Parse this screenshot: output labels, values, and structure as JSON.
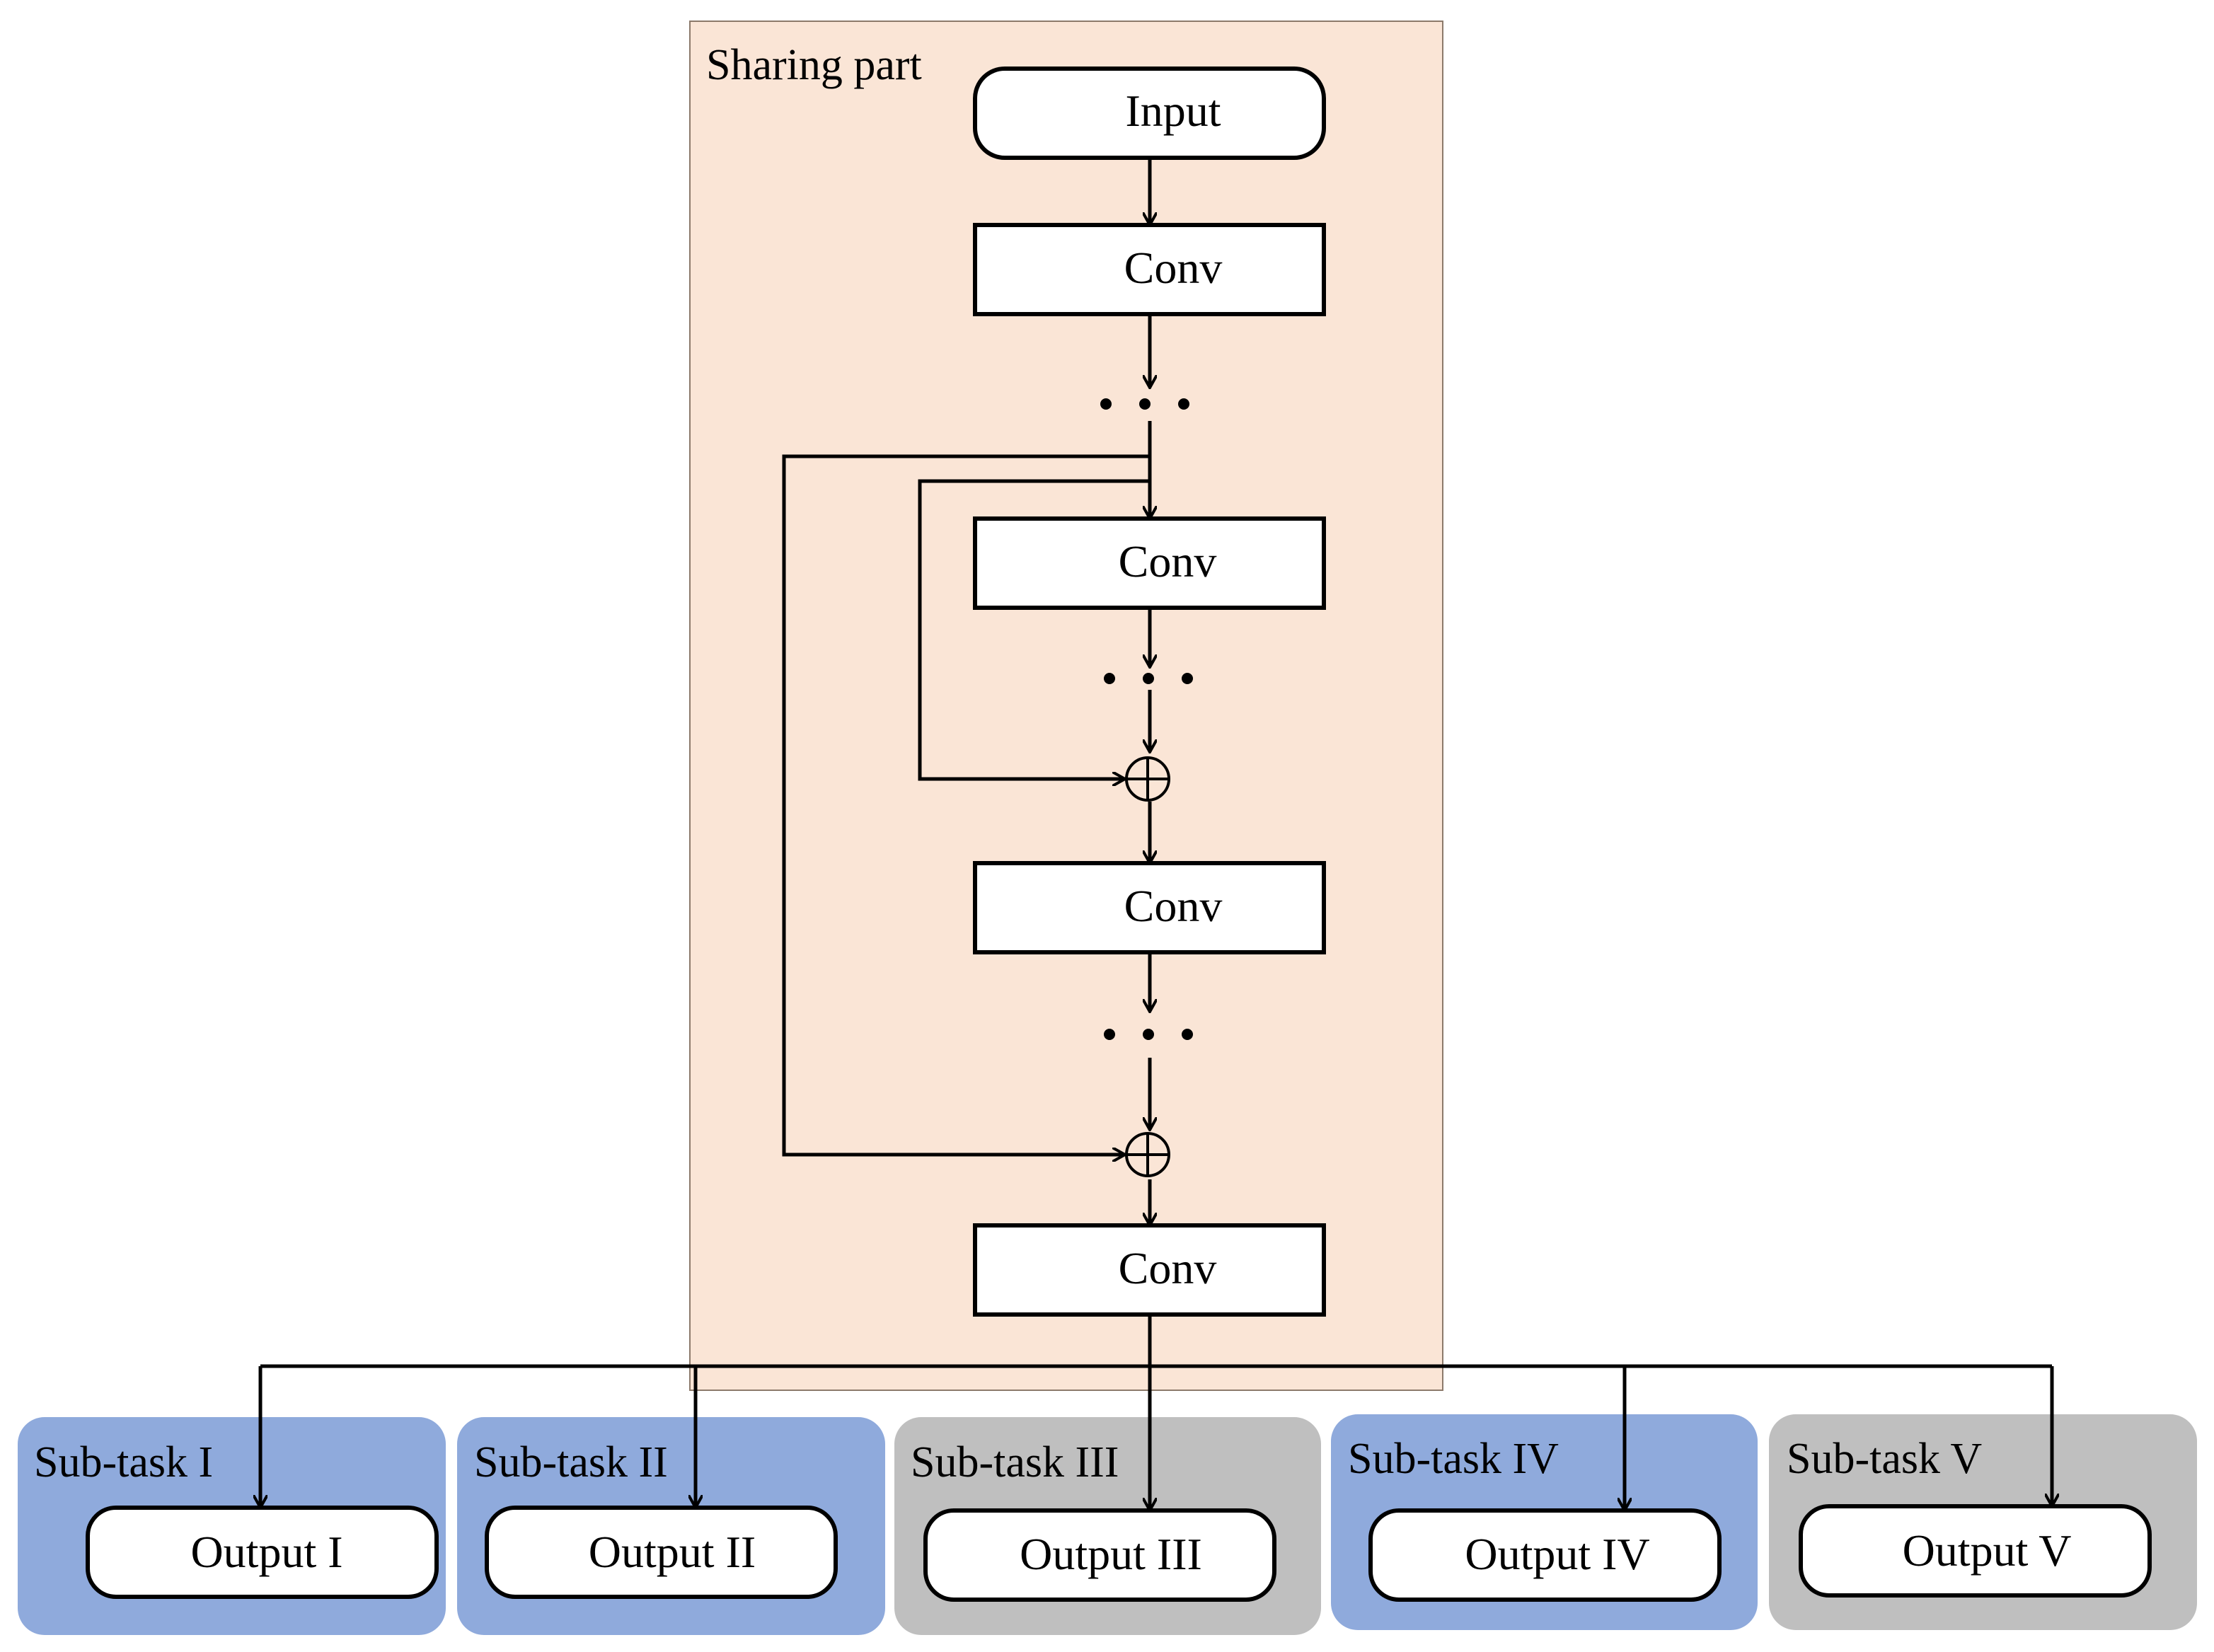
{
  "sharing_part": {
    "title": "Sharing part",
    "fill": "#fae5d6",
    "input_label": "Input",
    "conv_labels": [
      "Conv",
      "Conv",
      "Conv",
      "Conv"
    ]
  },
  "subtasks": [
    {
      "title": "Sub-task I",
      "output": "Output I",
      "fill": "#8faadc"
    },
    {
      "title": "Sub-task II",
      "output": "Output II",
      "fill": "#8faadc"
    },
    {
      "title": "Sub-task III",
      "output": "Output III",
      "fill": "#bfbfbf"
    },
    {
      "title": "Sub-task IV",
      "output": "Output IV",
      "fill": "#8faadc"
    },
    {
      "title": "Sub-task V",
      "output": "Output V",
      "fill": "#bfbfbf"
    }
  ],
  "symbols": {
    "sum": "⊕",
    "ellipsis": "• • •"
  }
}
